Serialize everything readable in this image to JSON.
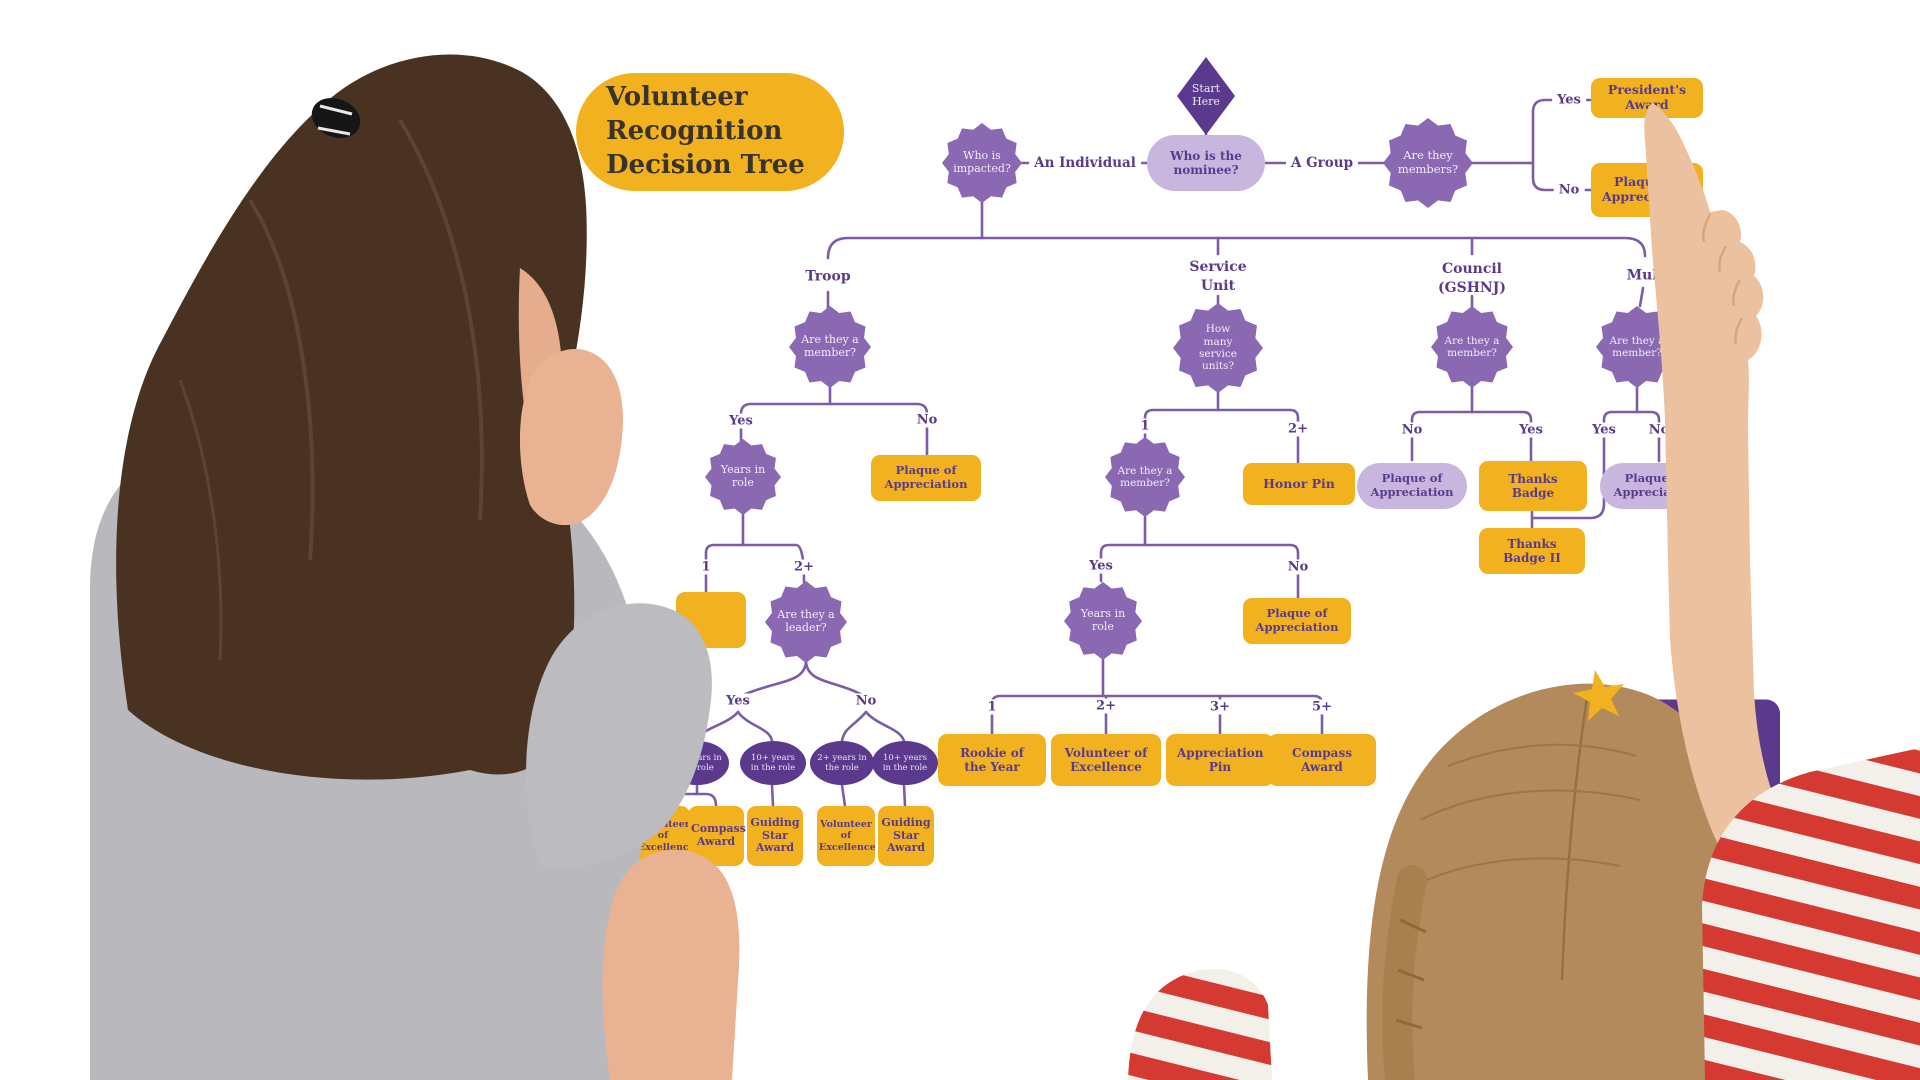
{
  "title": "Volunteer\nRecognition\nDecision Tree",
  "figures": {
    "left_person": "woman with ponytail viewing the chart",
    "right_person": "child with braids pointing at the President's Award box"
  },
  "colors": {
    "gold": "#F2B11E",
    "purple_dark": "#5B3A8E",
    "purple_mid": "#8A68B2",
    "purple_light": "#C9B6DE",
    "connector": "#7D5CA7"
  },
  "nodes": {
    "start": "Start Here",
    "nominee_q": "Who is the nominee?",
    "impacted_q": "Who is impacted?",
    "members_q": "Are they members?",
    "member_q": "Are they a member?",
    "leader_q": "Are they a leader?",
    "years_in_role": "Years in role",
    "how_many_service_units": "How many service units?",
    "presidents_award": "President's Award",
    "plaque_of_appreciation": "Plaque of Appreciation",
    "honor_pin": "Honor Pin",
    "rookie_of_the_year": "Rookie of the Year",
    "volunteer_of_excellence": "Volunteer of Excellence",
    "appreciation_pin": "Appreciation Pin",
    "compass_award": "Compass Award",
    "guiding_star_award": "Guiding Star Award",
    "thanks_badge": "Thanks Badge",
    "thanks_badge_ii": "Thanks Badge II",
    "years_2plus_role": "2+ years in the role",
    "years_10plus_role": "10+ years in the role"
  },
  "edges": {
    "an_individual": "An Individual",
    "a_group": "A Group",
    "yes": "Yes",
    "no": "No",
    "one": "1",
    "two_plus": "2+",
    "three_plus": "3+",
    "five_plus": "5+"
  },
  "branches": {
    "troop": "Troop",
    "service_unit": "Service Unit",
    "council": "Council (GSHNJ)",
    "multiple": "Multiple"
  }
}
